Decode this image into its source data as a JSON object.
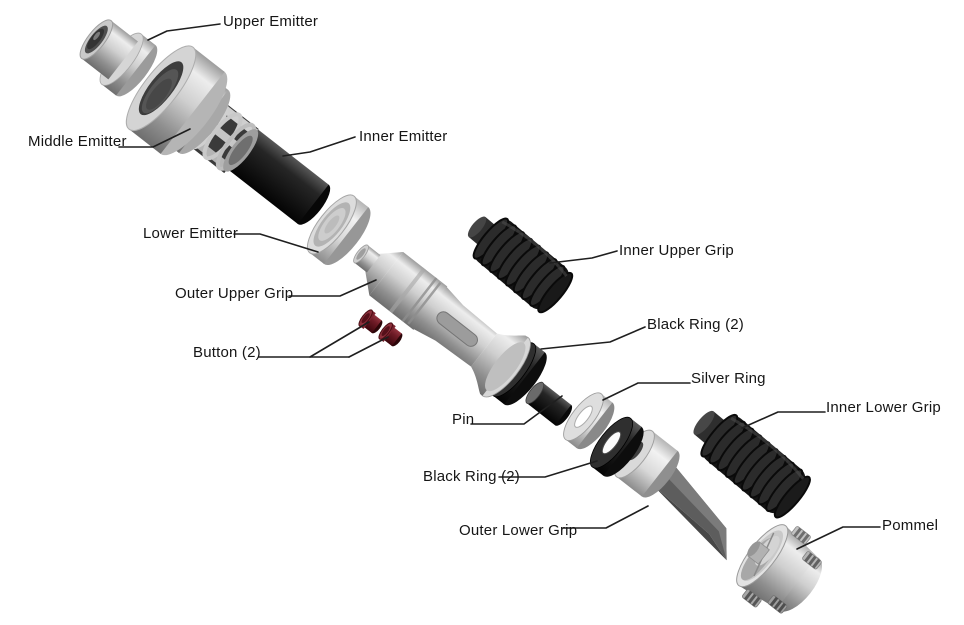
{
  "diagram": {
    "subject": "exploded-view parts diagram",
    "background_color": "#ffffff",
    "leader_line_color": "#1f1f1f",
    "label_text_color": "#151515",
    "part_colors": {
      "metal_light": "#dedede",
      "metal_mid": "#bdbdbd",
      "metal_dark": "#8a8a8a",
      "black_part": "#1e1e1e",
      "button_red": "#6e1b26"
    },
    "labels": [
      {
        "id": "upper-emitter",
        "text": "Upper Emitter"
      },
      {
        "id": "middle-emitter",
        "text": "Middle Emitter"
      },
      {
        "id": "inner-emitter",
        "text": "Inner Emitter"
      },
      {
        "id": "lower-emitter",
        "text": "Lower Emitter"
      },
      {
        "id": "inner-upper-grip",
        "text": "Inner Upper Grip"
      },
      {
        "id": "outer-upper-grip",
        "text": "Outer Upper Grip"
      },
      {
        "id": "black-ring-upper",
        "text": "Black Ring (2)"
      },
      {
        "id": "button",
        "text": "Button (2)"
      },
      {
        "id": "silver-ring",
        "text": "Silver Ring"
      },
      {
        "id": "pin",
        "text": "Pin"
      },
      {
        "id": "inner-lower-grip",
        "text": "Inner Lower Grip"
      },
      {
        "id": "black-ring-lower",
        "text": "Black Ring (2)"
      },
      {
        "id": "outer-lower-grip",
        "text": "Outer Lower Grip"
      },
      {
        "id": "pommel",
        "text": "Pommel"
      }
    ]
  }
}
